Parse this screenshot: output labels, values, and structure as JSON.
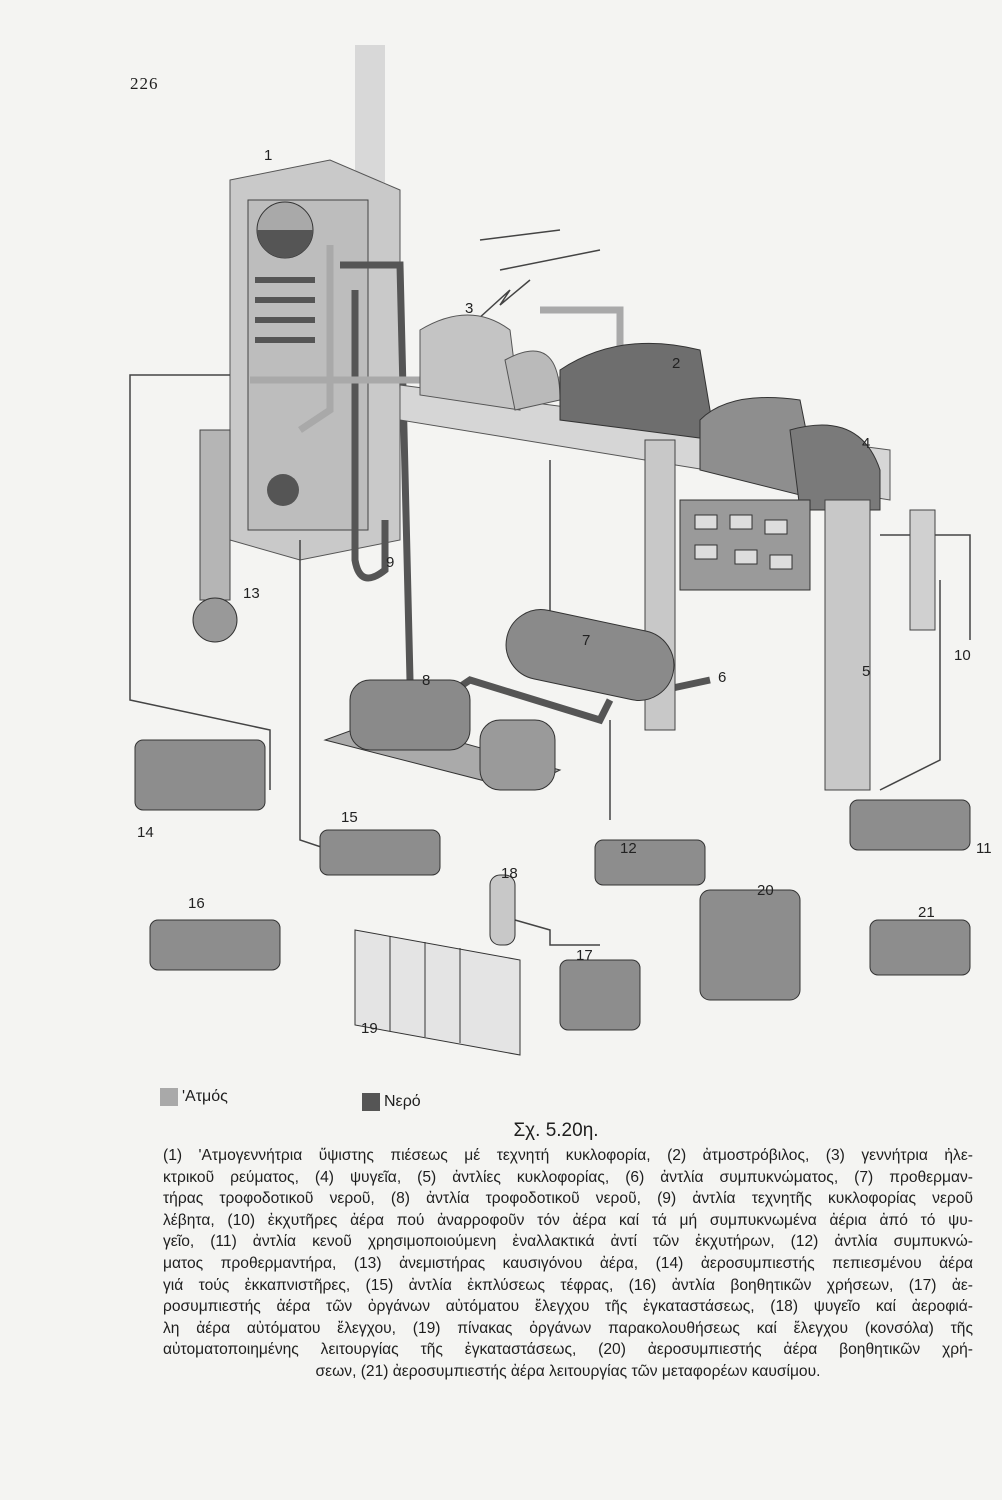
{
  "page_number": "226",
  "figure": {
    "labels": [
      "1",
      "2",
      "3",
      "4",
      "5",
      "6",
      "7",
      "8",
      "9",
      "10",
      "11",
      "12",
      "13",
      "14",
      "15",
      "16",
      "17",
      "18",
      "19",
      "20",
      "21"
    ],
    "colors": {
      "steam": "#a9a9a9",
      "water": "#555555",
      "equipment": "#8a8a8a",
      "line": "#333333"
    }
  },
  "legend": [
    {
      "label": "'Ατμός",
      "color": "#a9a9a9"
    },
    {
      "label": "Νερό",
      "color": "#555555"
    }
  ],
  "caption": {
    "title": "Σχ. 5.20η.",
    "lines": [
      "(1) 'Ατμογεννήτρια ὕψιστης πιέσεως μέ τεχνητή κυκλοφορία, (2) ἀτμοστρόβιλος, (3) γεννήτρια ἠλε-",
      "κτρικοῦ ρεύματος, (4) ψυγεῖα, (5) ἀντλίες κυκλοφορίας, (6) ἀντλία συμπυκνώματος, (7) προθερμαν-",
      "τήρας τροφοδοτικοῦ νεροῦ, (8) ἀντλία τροφοδοτικοῦ νεροῦ, (9) ἀντλία τεχνητῆς κυκλοφορίας νεροῦ",
      "λέβητα, (10) ἐκχυτῆρες ἀέρα πού ἀναρροφοῦν τόν ἀέρα καί τά μή συμπυκνωμένα ἀέρια ἀπό τό ψυ-",
      "γεῖο, (11) ἀντλία κενοῦ χρησιμοποιούμενη ἐναλλακτικά ἀντί τῶν ἐκχυτήρων, (12) ἀντλία συμπυκνώ-",
      "ματος προθερμαντήρα, (13) ἀνεμιστήρας καυσιγόνου ἀέρα, (14) ἀεροσυμπιεστής πεπιεσμένου ἀέρα",
      "γιά τούς ἐκκαπνιστῆρες, (15) ἀντλία ἐκπλύσεως τέφρας, (16) ἀντλία βοηθητικῶν χρήσεων, (17) ἀε-",
      "ροσυμπιεστής ἀέρα τῶν ὀργάνων αὐτόματου ἔλεγχου τῆς ἐγκαταστάσεως, (18) ψυγεῖο καί ἀεροφιά-",
      "λη ἀέρα αὐτόματου ἔλεγχου, (19) πίνακας ὀργάνων παρακολουθήσεως καί ἔλεγχου (κονσόλα) τῆς",
      "αὐτοματοποιημένης λειτουργίας τῆς ἐγκαταστάσεως, (20) ἀεροσυμπιεστής ἀέρα βοηθητικῶν χρή-",
      "σεων, (21) ἀεροσυμπιεστής ἀέρα λειτουργίας τῶν μεταφορέων καυσίμου."
    ]
  }
}
